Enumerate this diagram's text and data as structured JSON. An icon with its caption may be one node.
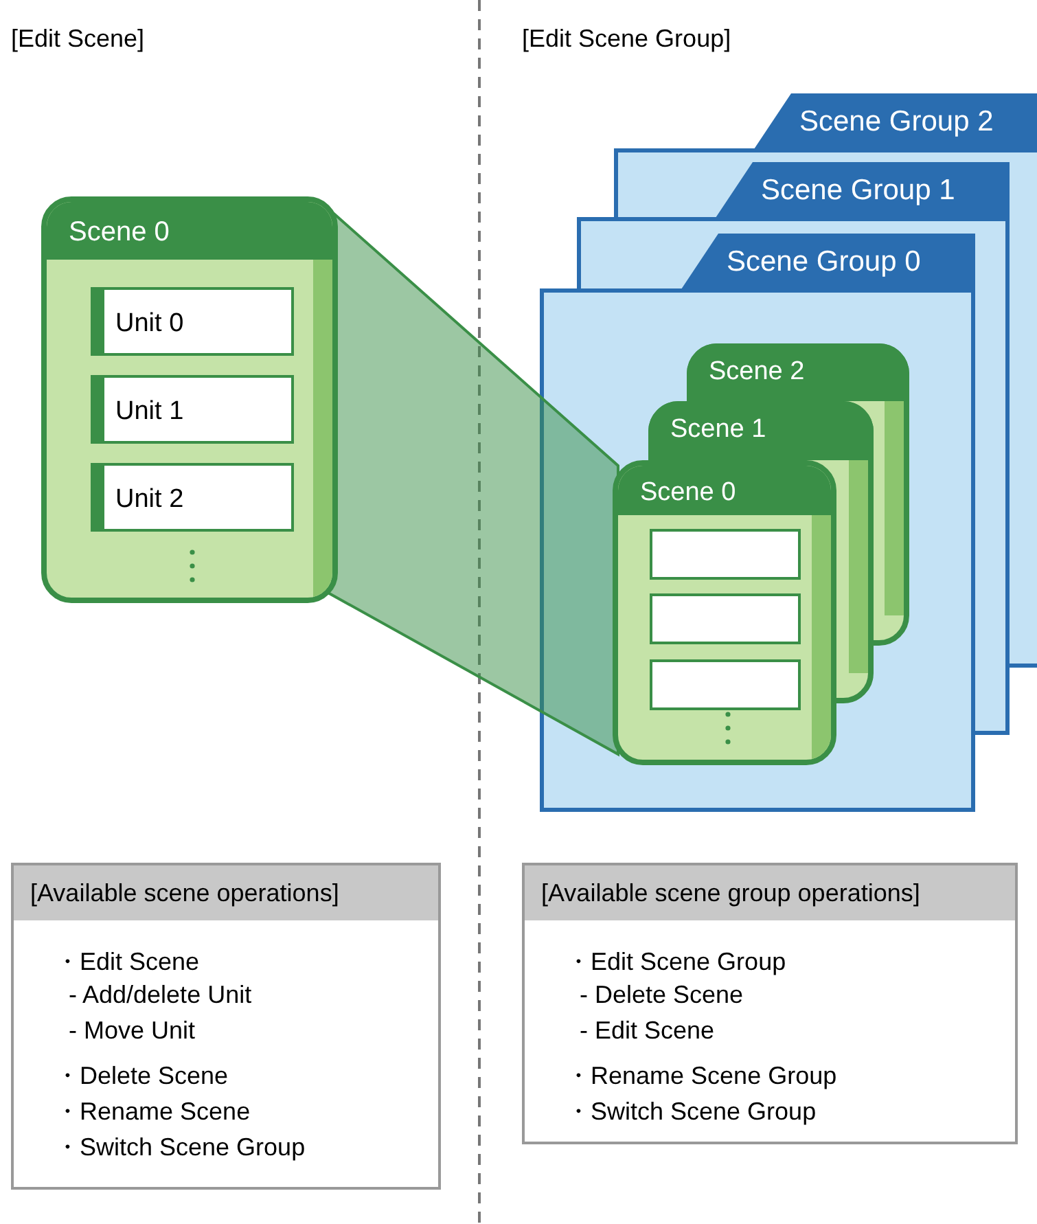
{
  "diagram": {
    "nodes": [
      {
        "text": [
          "Scene 0"
        ]
      },
      {
        "text": [
          "Unit 0"
        ],
        "in": 0
      },
      {
        "text": [
          "Unit 1"
        ],
        "in": 0
      },
      {
        "text": [
          "Unit 2"
        ],
        "in": 0
      },
      {
        "text": [
          "Scene Group 2"
        ]
      },
      {
        "text": [
          "Scene Group 1"
        ]
      },
      {
        "text": [
          "Scene Group 0"
        ]
      },
      {
        "text": [
          "Scene 2"
        ]
      },
      {
        "text": [
          "Scene 1"
        ]
      },
      {
        "text": [
          "Scene 0"
        ]
      },
      {
        "text": [],
        "shape": "box",
        "in": 9
      },
      {
        "text": [],
        "shape": "box",
        "in": 9
      },
      {
        "text": [],
        "shape": "box",
        "in": 9
      },
      {
        "text": [
          "[Available scene operations]",
          "・Edit Scene",
          "- Add/delete Unit",
          "- Move Unit",
          "・Delete Scene",
          "・Rename Scene",
          "・Switch Scene Group"
        ]
      },
      {
        "text": [
          "[Available scene group operations]",
          "・Edit Scene Group",
          "- Delete Scene",
          "- Edit Scene",
          "・Rename Scene Group",
          "・Switch Scene Group"
        ]
      }
    ],
    "edges": [
      {
        "from": 0,
        "to": 9,
        "arrow": "none"
      }
    ],
    "labels": [
      "[Edit Scene]",
      "[Edit Scene Group]"
    ]
  }
}
